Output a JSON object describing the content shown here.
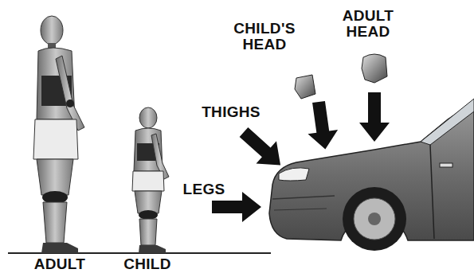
{
  "diagram": {
    "labels": [
      "ADULT",
      "CHILD",
      "LEGS",
      "THIGHS",
      "CHILD'S HEAD",
      "ADULT HEAD"
    ]
  }
}
